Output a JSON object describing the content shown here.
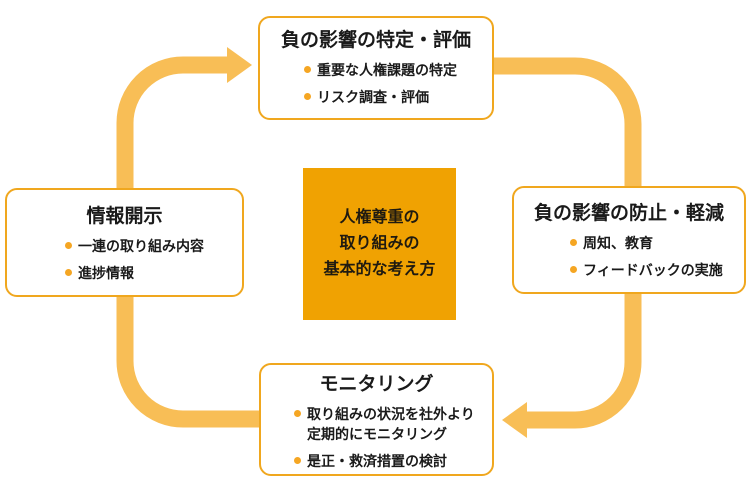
{
  "diagram": {
    "center": {
      "label": "人権尊重の\n取り組みの\n基本的な考え方"
    },
    "boxes": {
      "top": {
        "title": "負の影響の特定・評価",
        "bullets": [
          "重要な人権課題の特定",
          "リスク調査・評価"
        ]
      },
      "right": {
        "title": "負の影響の防止・軽減",
        "bullets": [
          "周知、教育",
          "フィードバックの実施"
        ]
      },
      "bottom": {
        "title": "モニタリング",
        "bullets": [
          "取り組みの状況を社外より\n定期的にモニタリング",
          "是正・救済措置の検討"
        ]
      },
      "left": {
        "title": "情報開示",
        "bullets": [
          "一連の取り組み内容",
          "進捗情報"
        ]
      }
    },
    "colors": {
      "arrow": "#F8BE56",
      "border": "#F0A71E",
      "center_fill": "#F0A202",
      "bullet": "#F5A623",
      "text": "#1A1A1A"
    }
  }
}
